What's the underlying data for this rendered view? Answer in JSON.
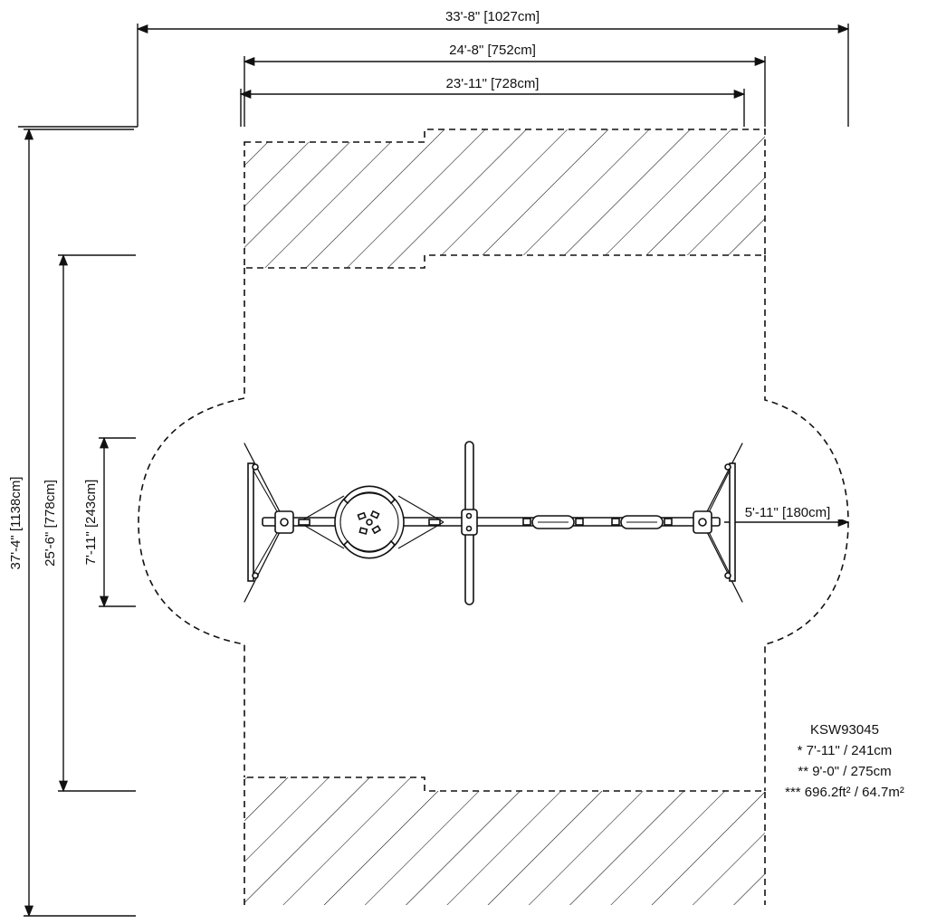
{
  "dimensions": {
    "overall_width": "33'-8\" [1027cm]",
    "frame_width_outer": "24'-8\" [752cm]",
    "frame_width_inner": "23'-11\" [728cm]",
    "overall_depth": "37'-4\" [1138cm]",
    "swing_zone_depth": "25'-6\" [778cm]",
    "frame_depth": "7'-11\" [243cm]",
    "side_clearance": "5'-11\" [180cm]"
  },
  "legend": {
    "model": "KSW93045",
    "line1": "* 7'-11\" / 241cm",
    "line2": "** 9'-0\" / 275cm",
    "line3": "*** 696.2ft² / 64.7m²"
  }
}
